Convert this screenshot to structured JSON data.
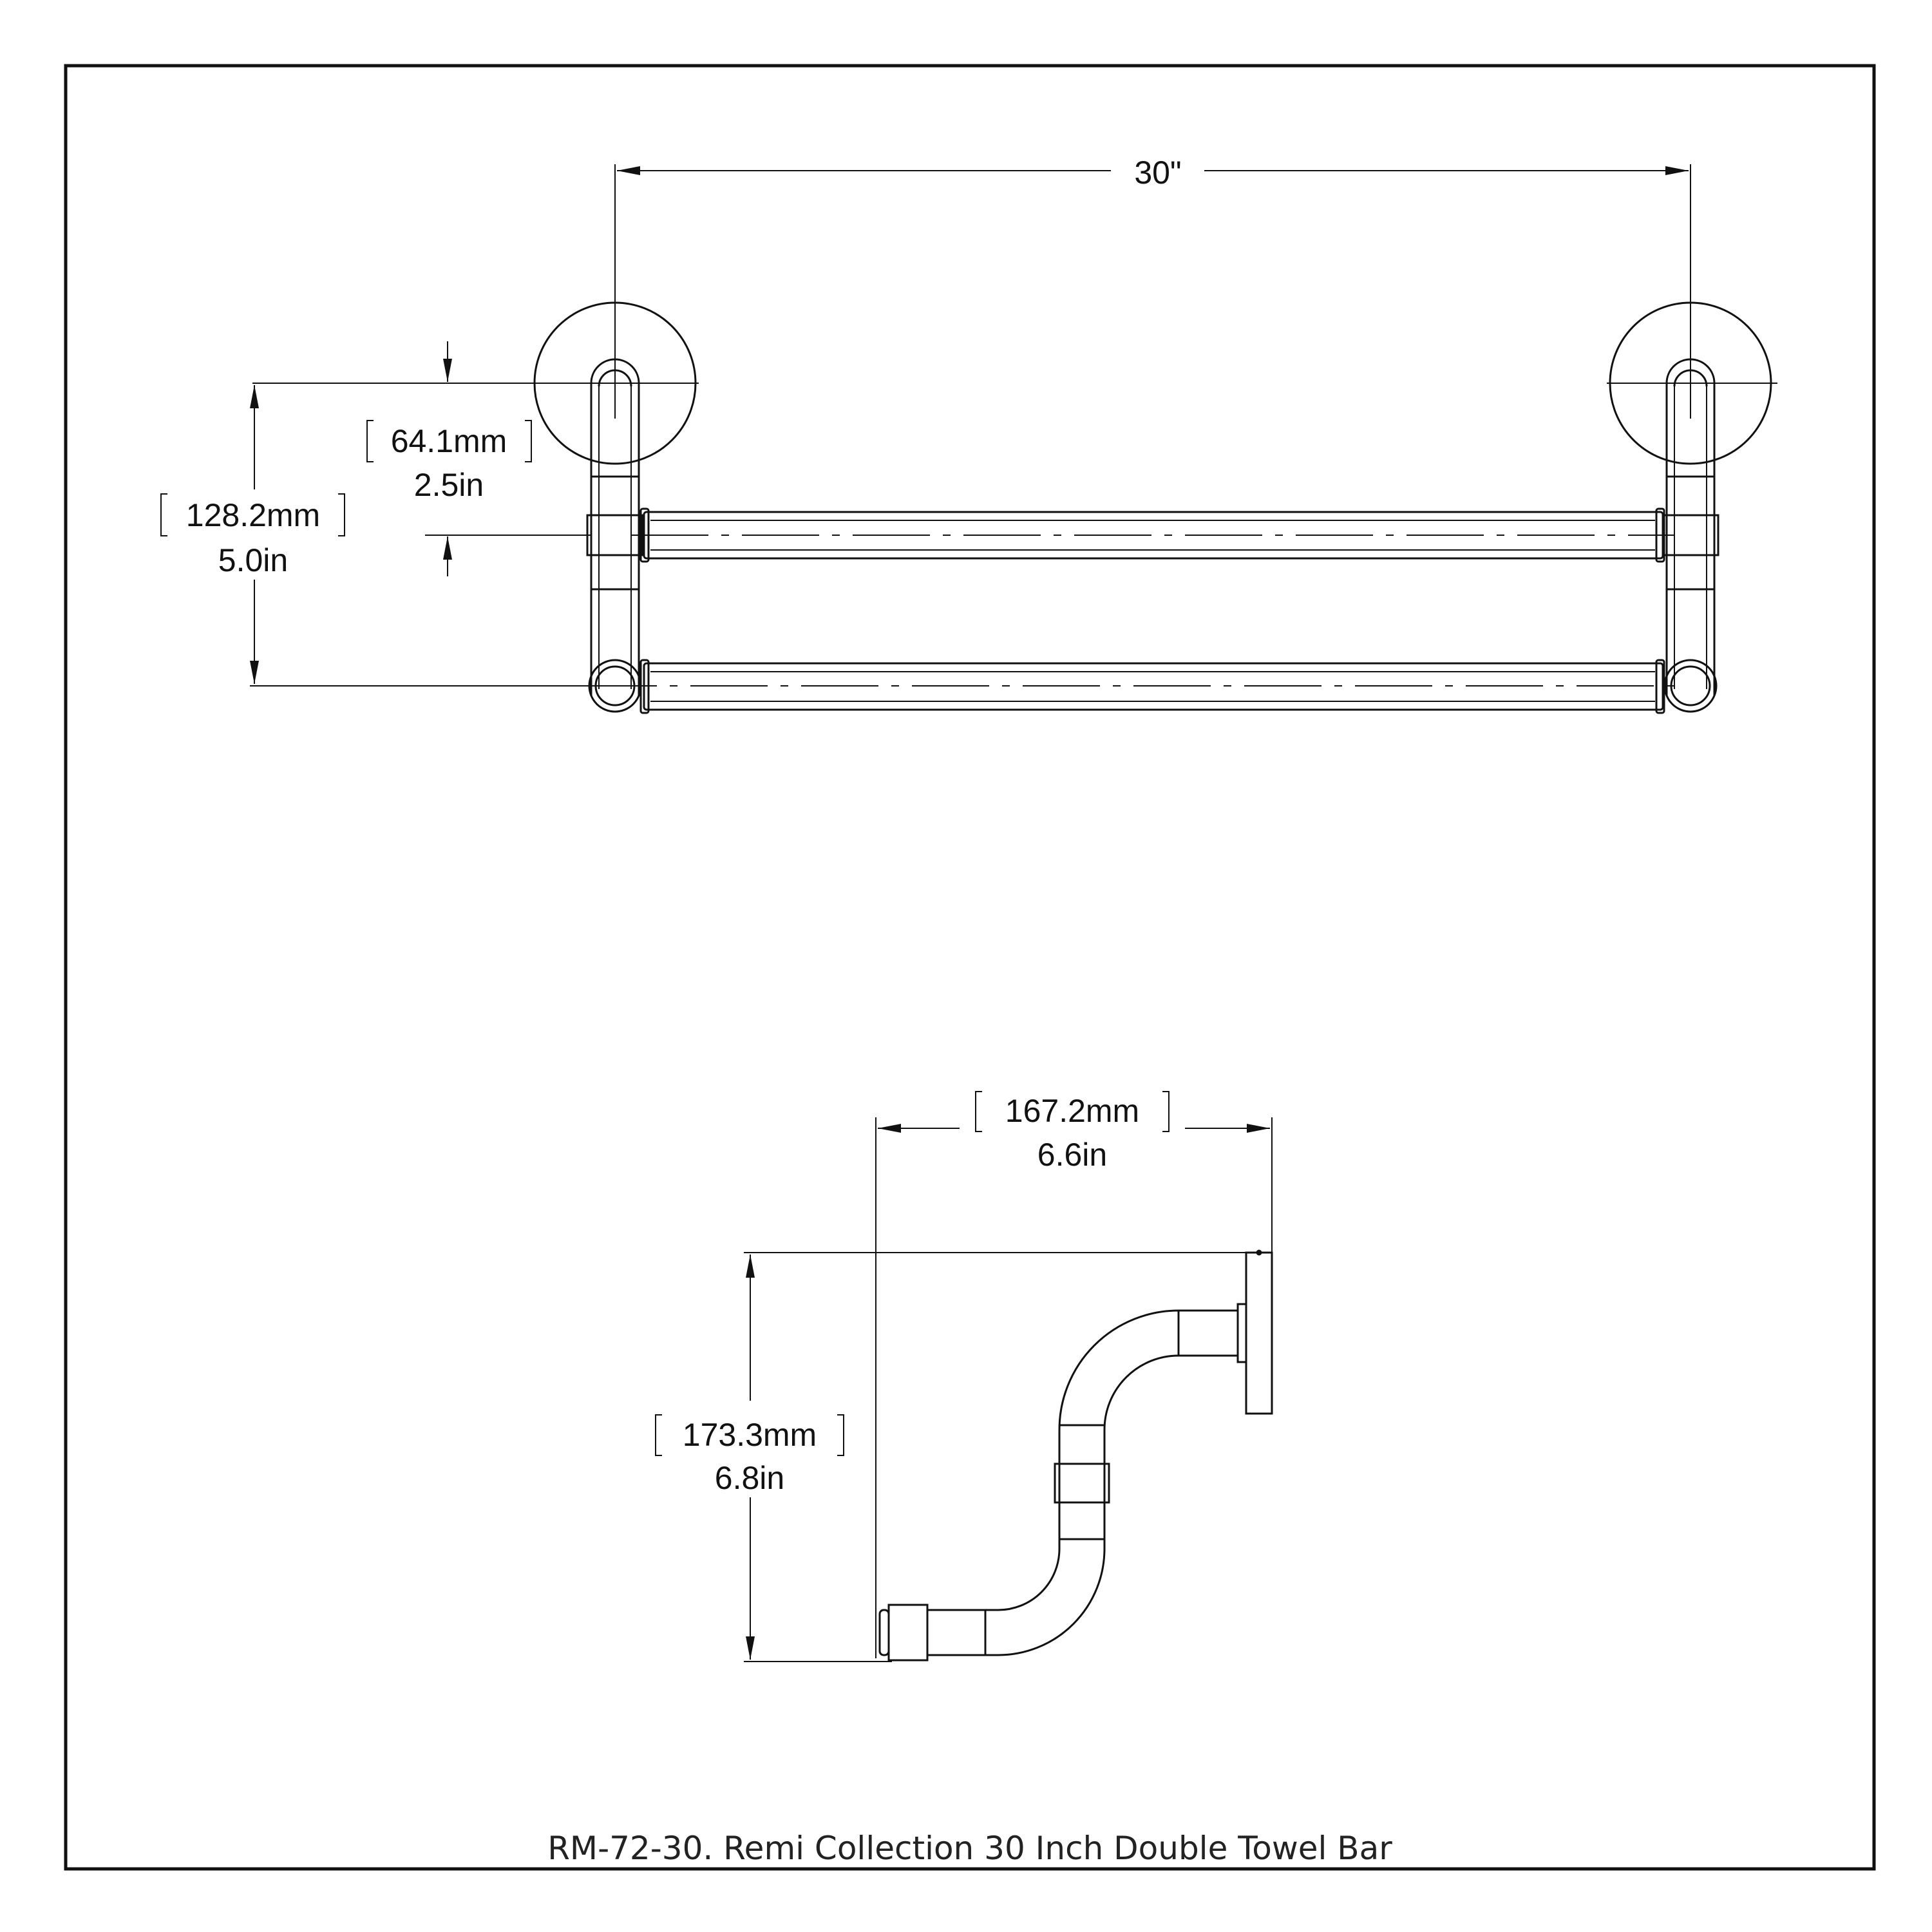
{
  "drawing": {
    "ink_color": "#1a1a1a",
    "background": "#ffffff"
  },
  "front_view": {
    "overall_width": "30\"",
    "bar_offset_mm": "64.1mm",
    "bar_offset_in": "2.5in",
    "bar_spacing_mm": "128.2mm",
    "bar_spacing_in": "5.0in"
  },
  "side_view": {
    "projection_mm": "167.2mm",
    "projection_in": "6.6in",
    "height_mm": "173.3mm",
    "height_in": "6.8in"
  },
  "caption": "RM-72-30. Remi Collection 30 Inch Double Towel Bar"
}
